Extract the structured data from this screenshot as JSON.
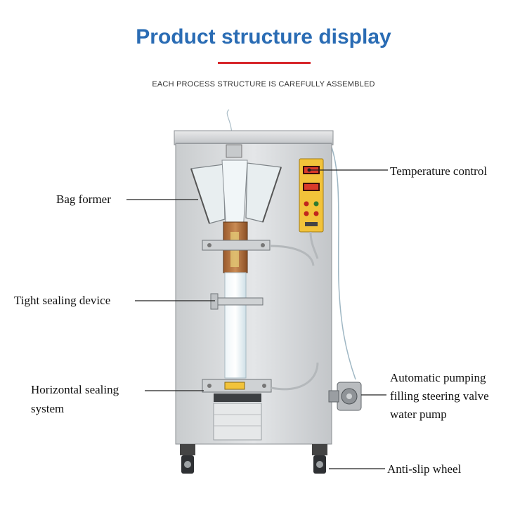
{
  "header": {
    "title": "Product structure display",
    "subtitle": "EACH PROCESS STRUCTURE IS CAREFULLY ASSEMBLED"
  },
  "labels": {
    "bag_former": "Bag former",
    "tight_sealing": "Tight sealing device",
    "horizontal_line1": "Horizontal sealing",
    "horizontal_line2": "system",
    "temperature": "Temperature control",
    "pump_line1": "Automatic pumping",
    "pump_line2": "filling steering valve",
    "pump_line3": "water pump",
    "wheel": "Anti-slip wheel"
  },
  "colors": {
    "title": "#2a6cb4",
    "accent_rule": "#d7262a",
    "panel": "#f2c33a",
    "steel": "#d6d8da"
  }
}
